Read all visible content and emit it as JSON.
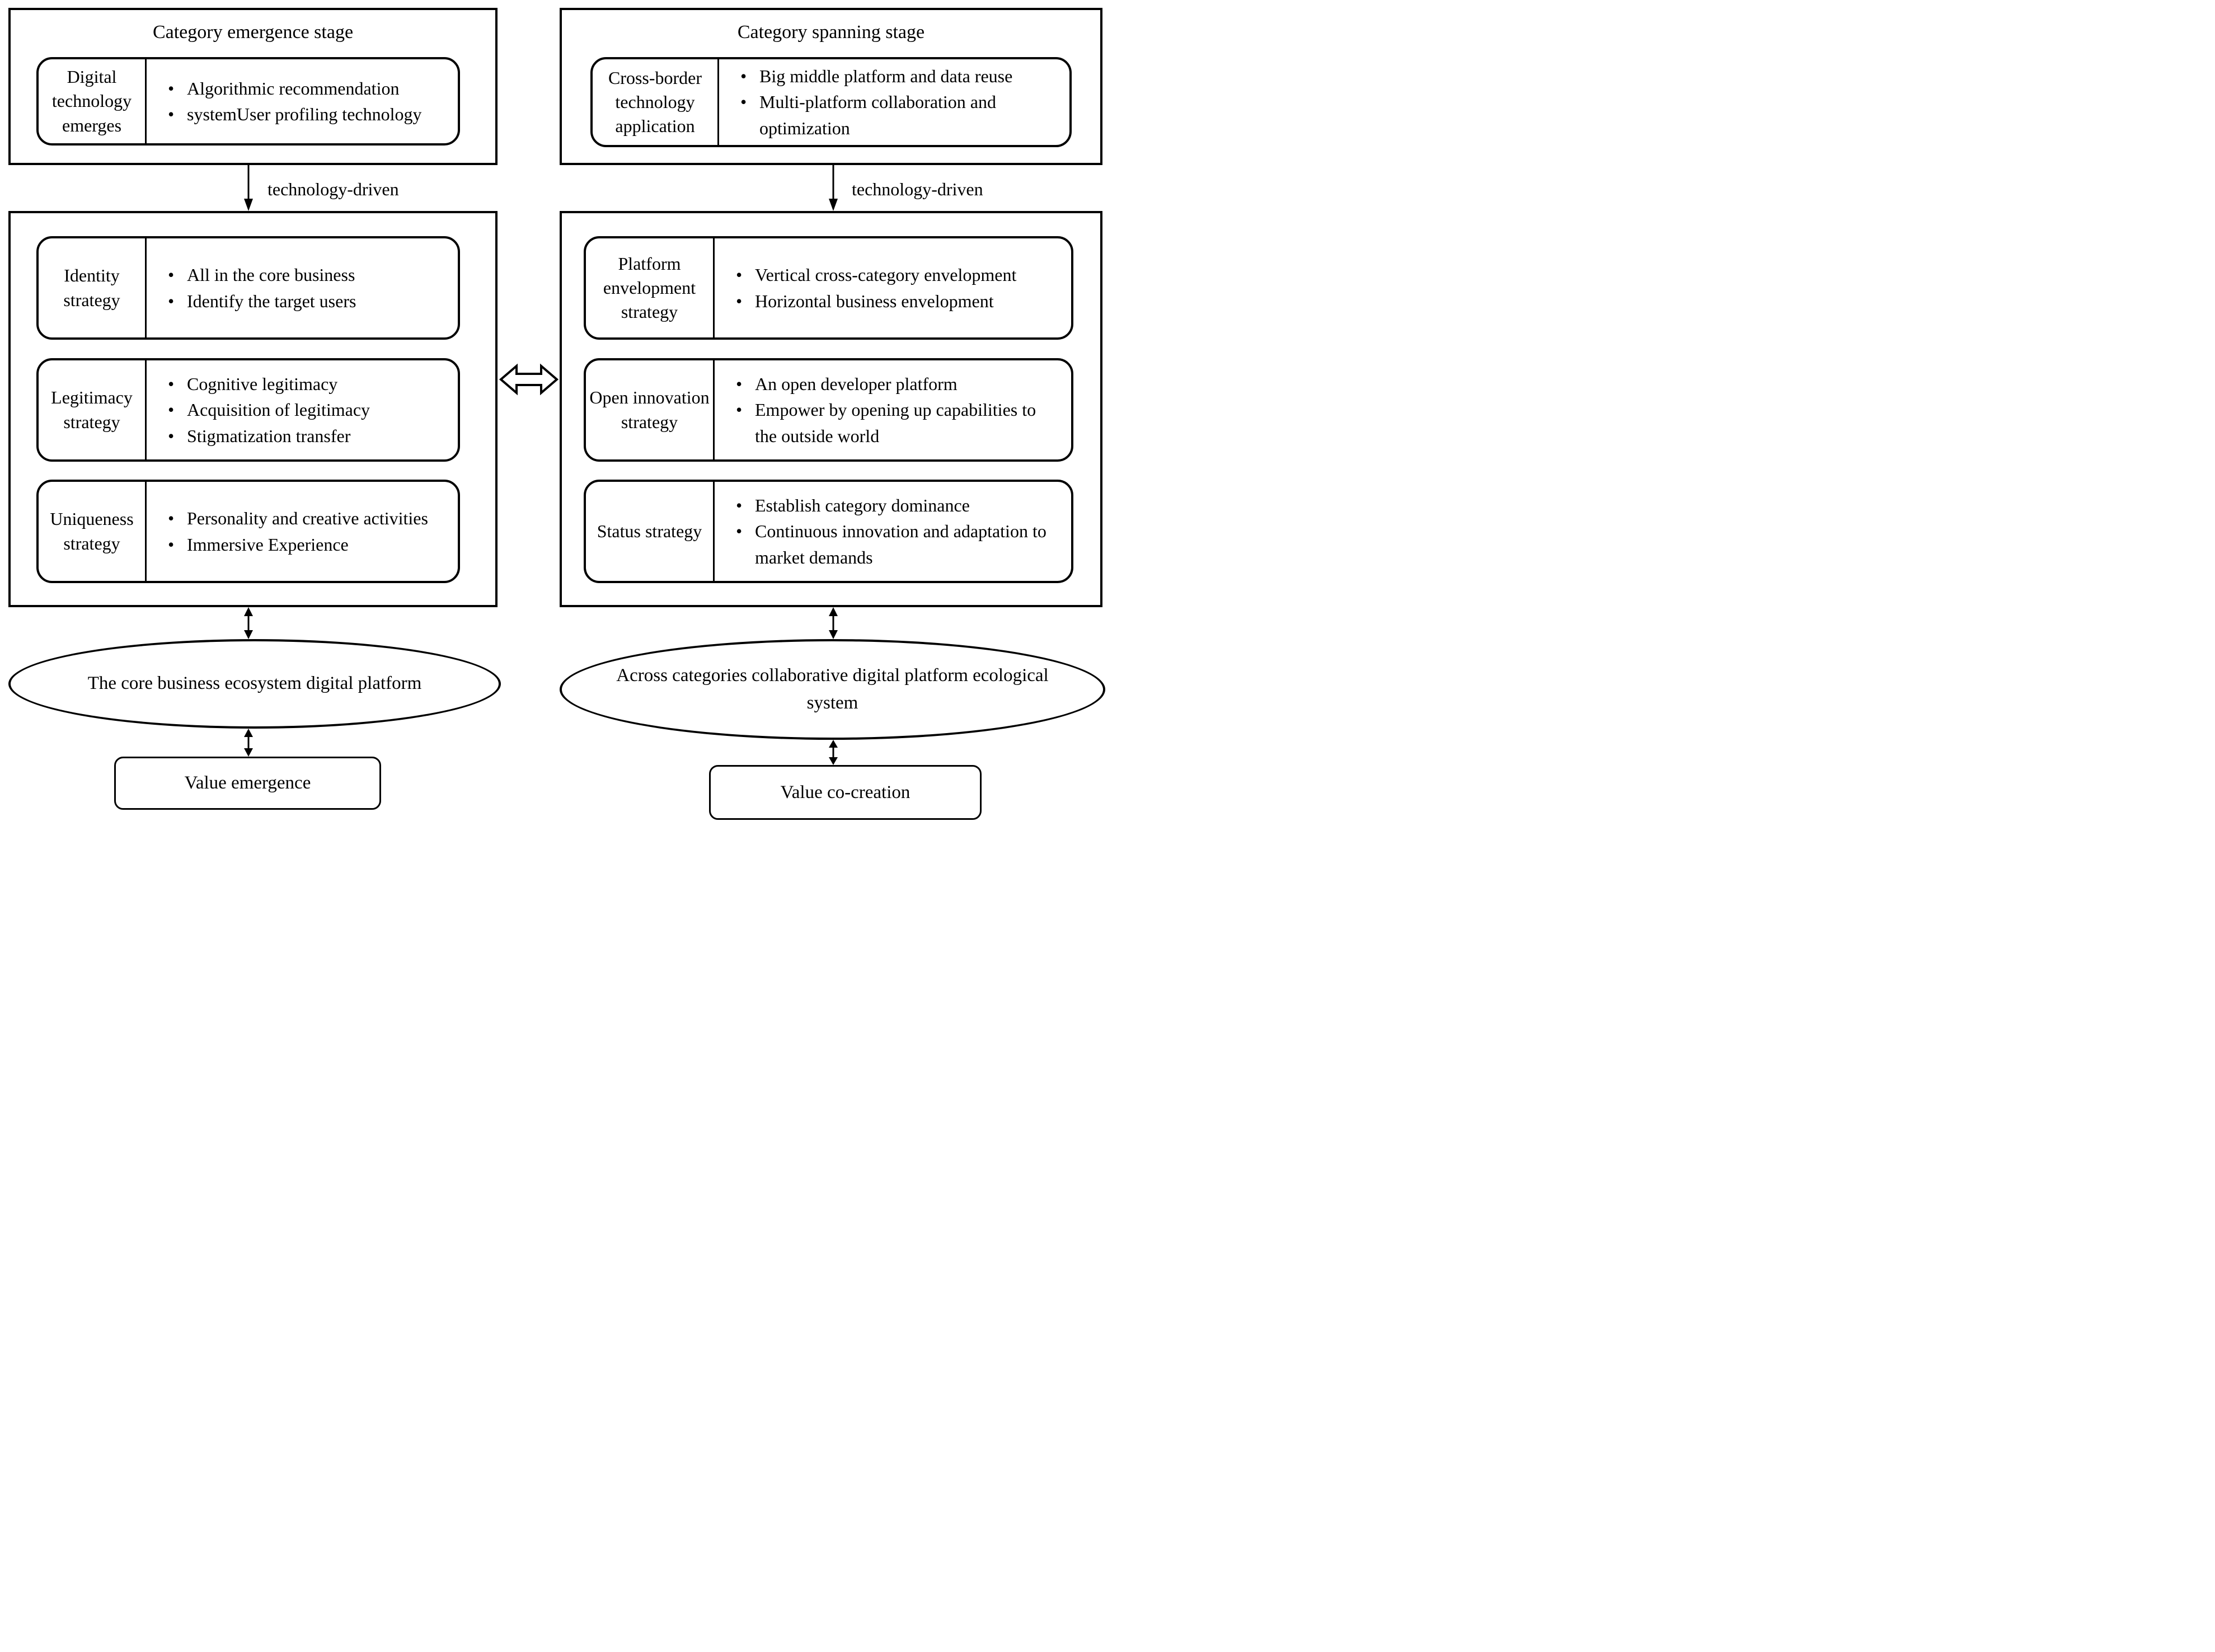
{
  "bullet_char": "•",
  "colors": {
    "line": "#000000",
    "background": "#ffffff"
  },
  "left": {
    "stage_title": "Category emergence stage",
    "tech_card": {
      "label": "Digital technology emerges",
      "bullets": [
        "Algorithmic recommendation",
        "systemUser profiling technology"
      ]
    },
    "arrow_label": "technology-driven",
    "strategies": [
      {
        "label": "Identity strategy",
        "bullets": [
          "All in the core business",
          "Identify the target users"
        ]
      },
      {
        "label": "Legitimacy strategy",
        "bullets": [
          "Cognitive legitimacy",
          "Acquisition of legitimacy",
          "Stigmatization transfer"
        ]
      },
      {
        "label": "Uniqueness strategy",
        "bullets": [
          "Personality and creative activities",
          "Immersive Experience"
        ]
      }
    ],
    "ellipse_label": "The core business ecosystem digital platform",
    "value_label": "Value emergence"
  },
  "right": {
    "stage_title": "Category spanning stage",
    "tech_card": {
      "label": "Cross-border technology application",
      "bullets": [
        "Big middle platform and data reuse",
        "Multi-platform collaboration and optimization"
      ]
    },
    "arrow_label": "technology-driven",
    "strategies": [
      {
        "label": "Platform envelopment strategy",
        "bullets": [
          "Vertical cross-category envelopment",
          "Horizontal business envelopment"
        ]
      },
      {
        "label": "Open innovation strategy",
        "bullets": [
          "An open developer platform",
          "Empower by opening up capabilities to the outside world"
        ]
      },
      {
        "label": "Status strategy",
        "bullets": [
          "Establish category dominance",
          "Continuous innovation and adaptation to market demands"
        ]
      }
    ],
    "ellipse_label": "Across categories collaborative digital platform ecological system",
    "value_label": "Value co-creation"
  }
}
